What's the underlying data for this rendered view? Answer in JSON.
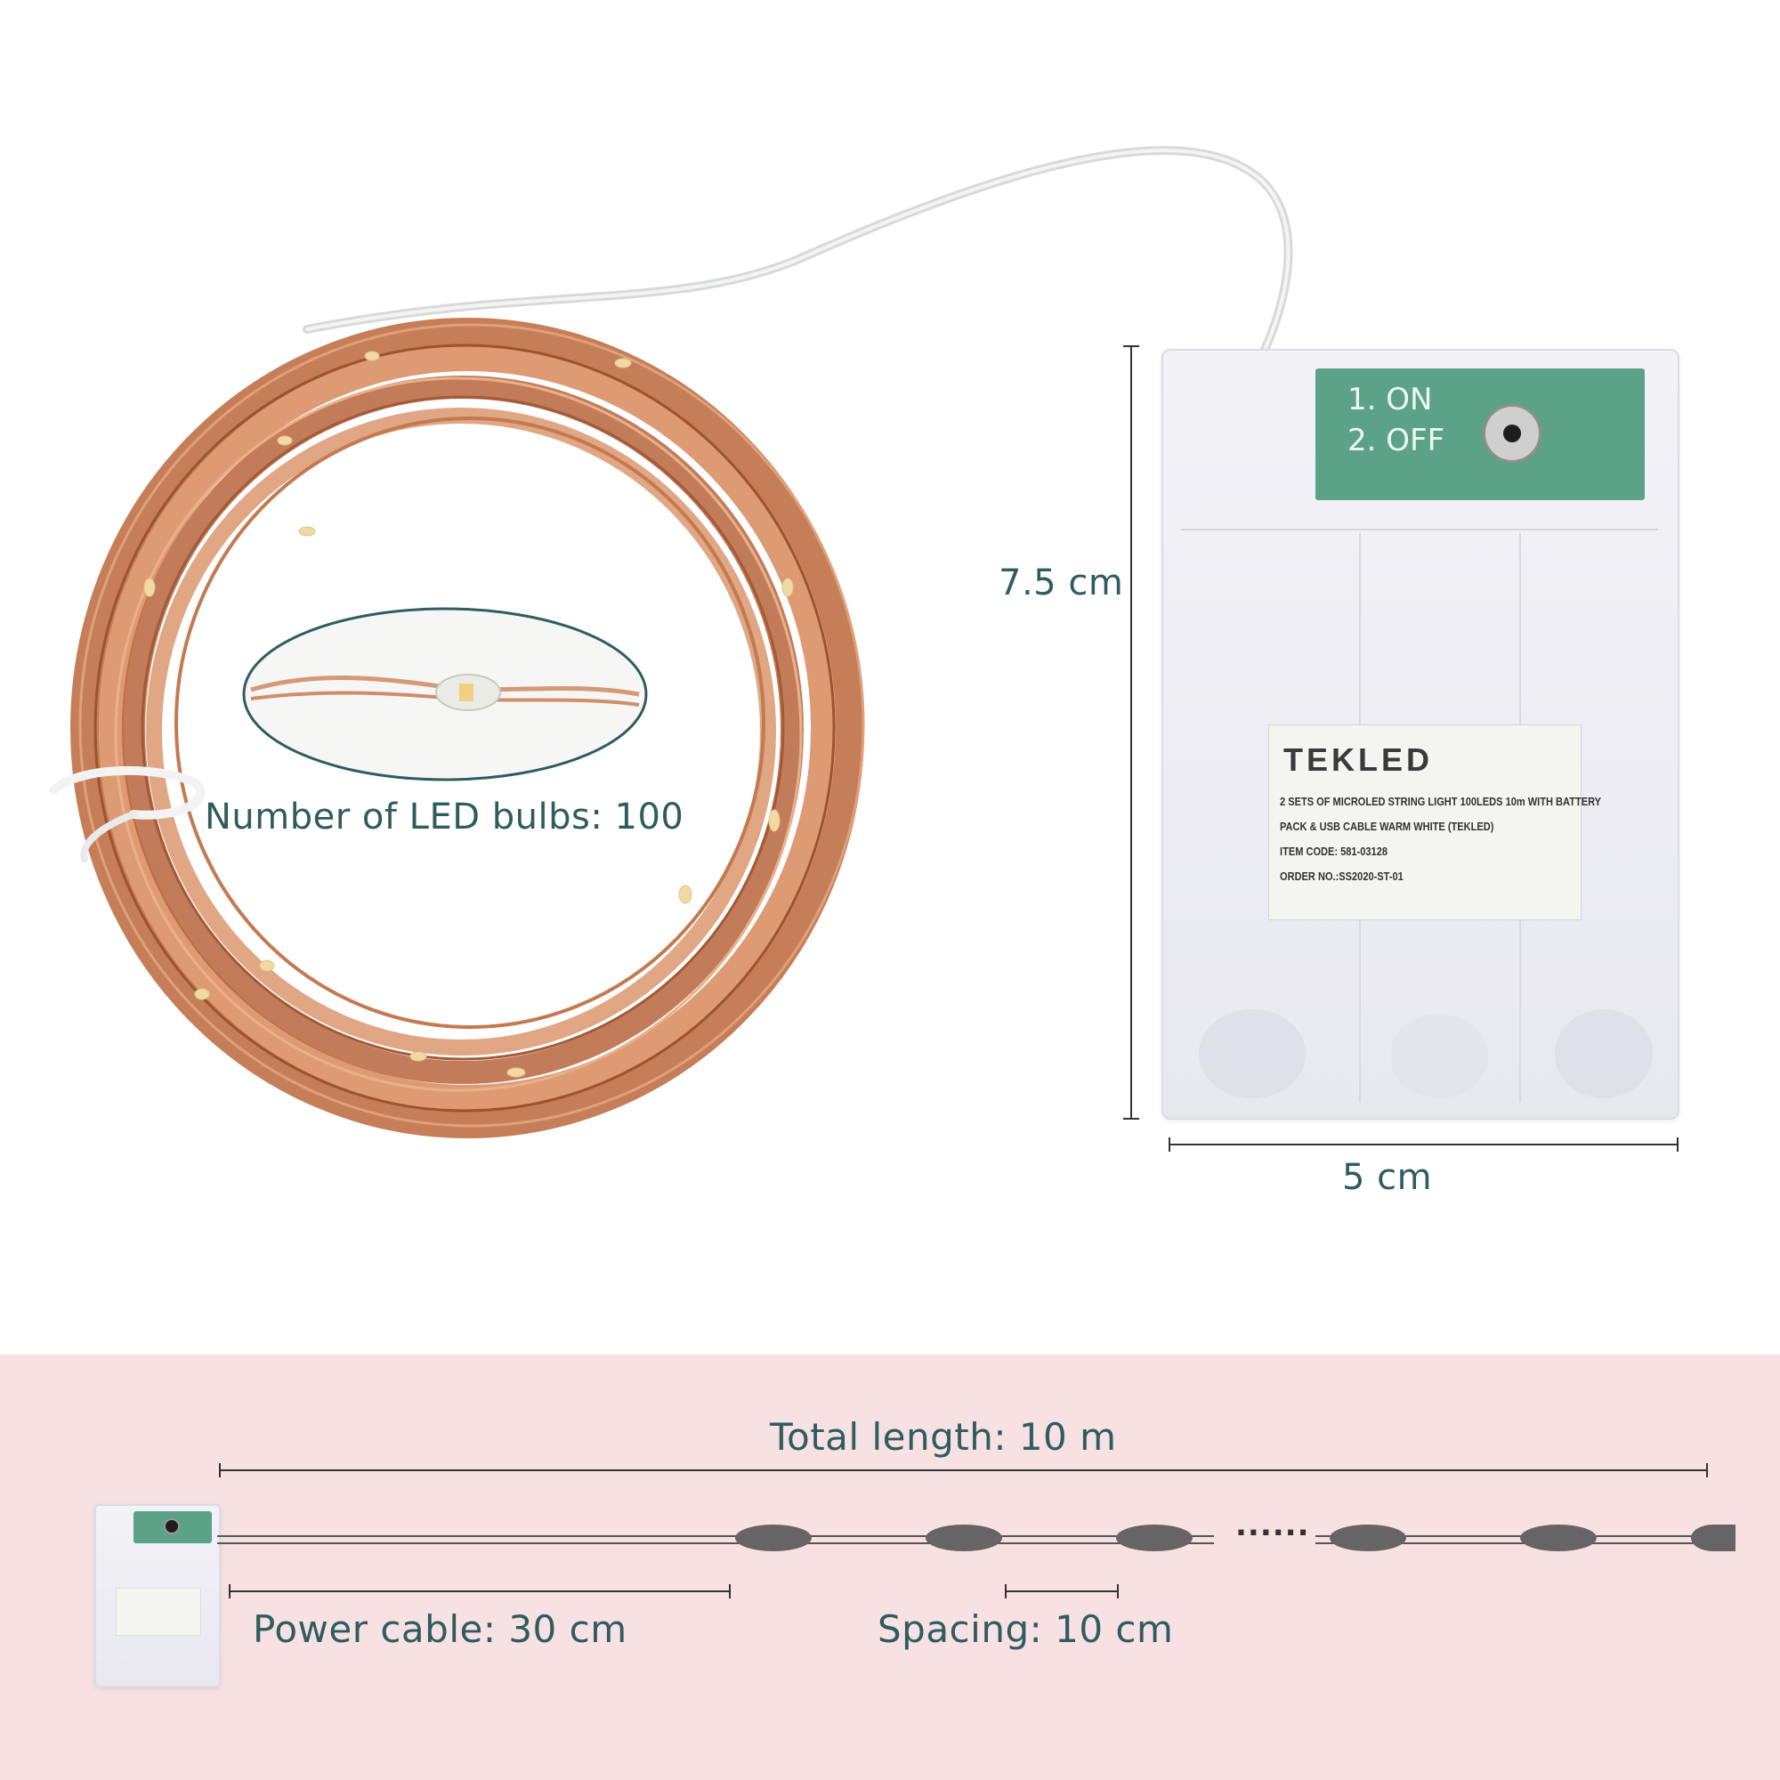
{
  "top": {
    "inset_label": "Number of LED bulbs: 100",
    "height_label": "7.5 cm",
    "width_label": "5 cm"
  },
  "battery_box": {
    "switch_line1": "1. ON",
    "switch_line2": "2. OFF",
    "brand": "TEKLED",
    "sticker_lines": [
      "2 SETS OF MICROLED STRING LIGHT 100LEDS 10m WITH BATTERY",
      "PACK & USB CABLE WARM WHITE  (TEKLED)",
      "ITEM CODE: 581-03128",
      "ORDER NO.:SS2020-ST-01"
    ]
  },
  "bottom": {
    "total_length_label": "Total length: 10 m",
    "power_cable_label": "Power cable: 30 cm",
    "spacing_label": "Spacing: 10 cm",
    "ellipsis": "......"
  },
  "colors": {
    "text": "#2f5c5f",
    "band": "#f7e1e2",
    "copper": "#c97a4e",
    "led_dot": "#666464",
    "pcb": "#5ca289"
  }
}
